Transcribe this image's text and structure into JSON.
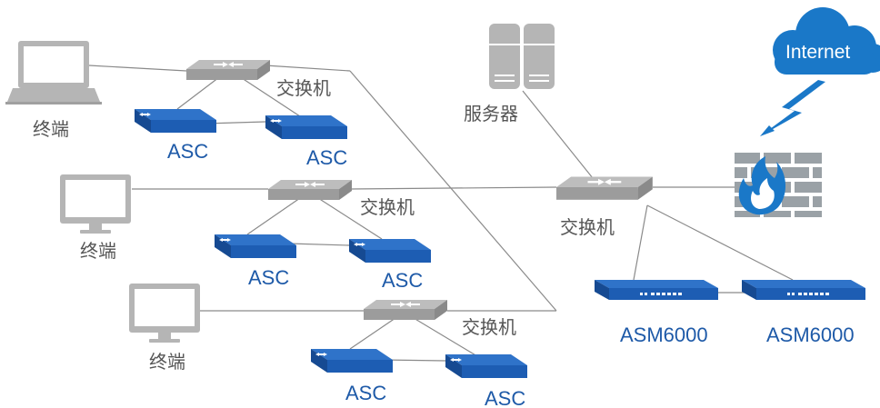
{
  "labels": {
    "terminal": "终端",
    "switch": "交换机",
    "server": "服务器",
    "asc": "ASC",
    "asm": "ASM6000",
    "internet": "Internet"
  },
  "colors": {
    "line": "#8a8a8a",
    "device_gray": "#a7a7a7",
    "device_blue": "#1d5db3",
    "label_gray": "#555555",
    "label_blue": "#1e5aa8",
    "cloud": "#1a78c8",
    "firewall_brick": "#9aa1a6",
    "flame": "#1a78c8"
  },
  "icons": [
    "laptop-icon",
    "monitor-icon",
    "switch-icon",
    "asc-device-icon",
    "server-icon",
    "asm-appliance-icon",
    "firewall-icon",
    "flame-icon",
    "cloud-icon",
    "lightning-icon"
  ]
}
